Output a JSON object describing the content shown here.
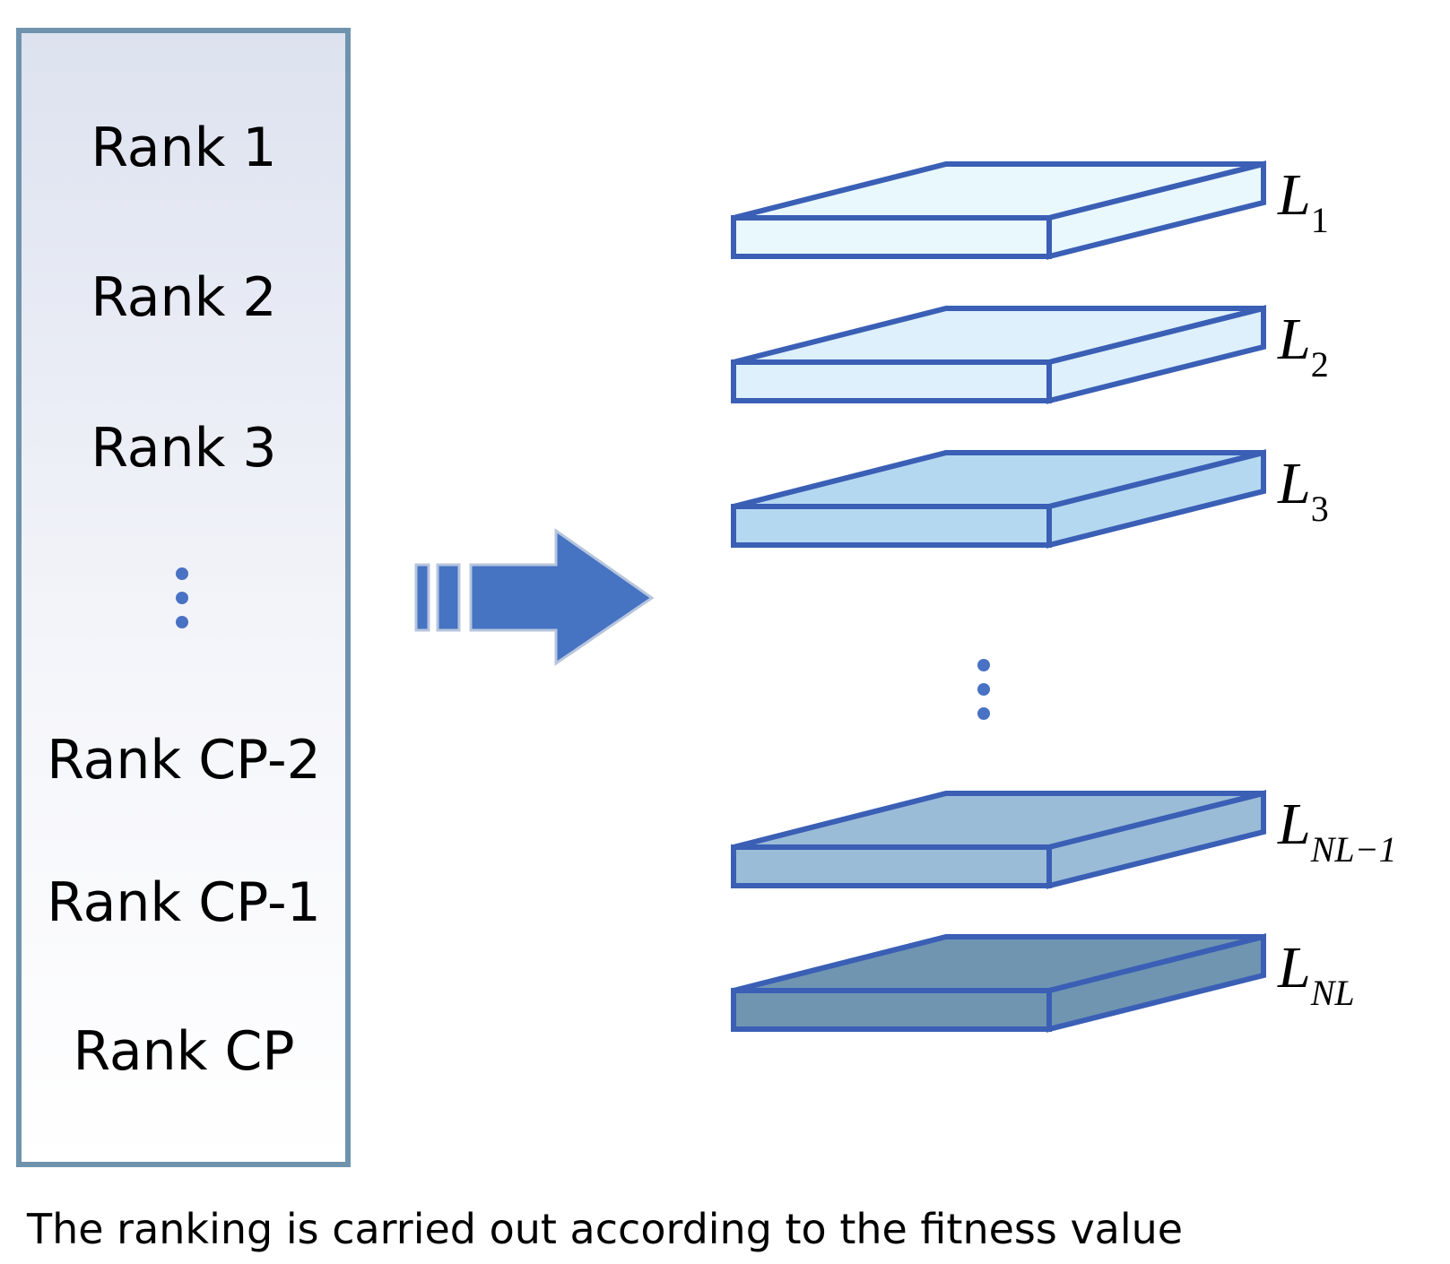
{
  "ranks": [
    {
      "label": "Rank 1"
    },
    {
      "label": "Rank 2"
    },
    {
      "label": "Rank 3"
    },
    {
      "label": "Rank CP-2"
    },
    {
      "label": "Rank CP-1"
    },
    {
      "label": "Rank CP"
    }
  ],
  "layers": [
    {
      "base": "L",
      "sub": "1",
      "top_color": "#e9f8fd",
      "front_color": "#e9f8fd"
    },
    {
      "base": "L",
      "sub": "2",
      "top_color": "#ddf0fb",
      "front_color": "#ddf0fb"
    },
    {
      "base": "L",
      "sub": "3",
      "top_color": "#b5d8f1",
      "front_color": "#b5d8f1"
    },
    {
      "base": "L",
      "sub": "NL−1",
      "top_color": "#9bbcd7",
      "front_color": "#9bbcd7"
    },
    {
      "base": "L",
      "sub": "NL",
      "top_color": "#7095b1",
      "front_color": "#7095b1"
    }
  ],
  "caption": "The ranking is carried out according to the fitness value",
  "colors": {
    "panel_border": "#6f93ad",
    "panel_fill_top": "#dde2ef",
    "panel_fill_bottom": "#ffffff",
    "layer_stroke": "#3a5fb5",
    "arrow_fill": "#4673c2",
    "arrow_stroke": "#b7c5dd",
    "dots": "#4a72c4"
  }
}
